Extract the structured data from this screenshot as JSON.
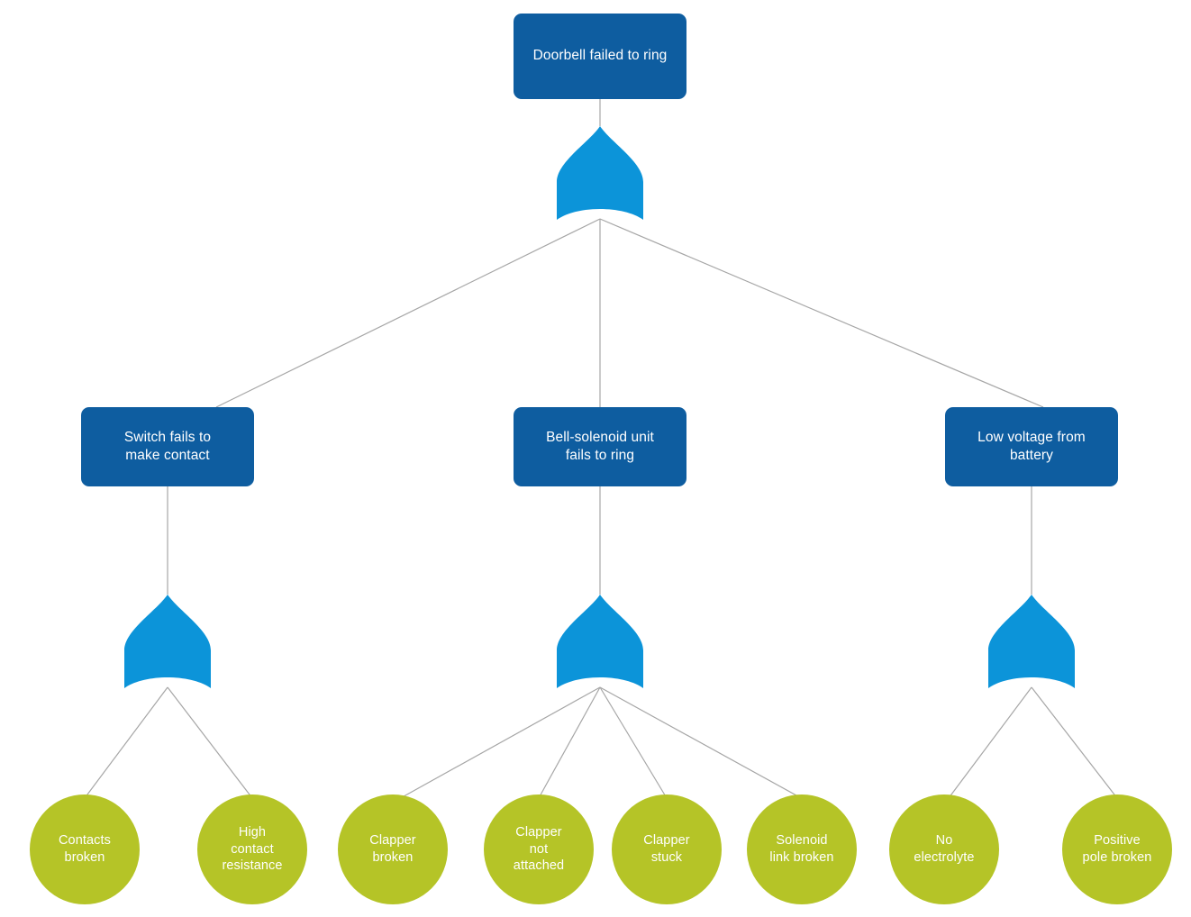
{
  "diagram": {
    "type": "fault-tree",
    "title": "Doorbell failed to ring fault tree",
    "colors": {
      "top_event_fill": "#0E5DA0",
      "intermediate_event_fill": "#0E5DA0",
      "gate_fill": "#0C94D9",
      "basic_event_fill": "#B5C427",
      "connector_line": "#A6A6A6",
      "label_text": "#FFFFFF",
      "background": "#FFFFFF"
    },
    "levels": {
      "top_event": "Doorbell failed to ring",
      "intermediate_events": [
        "Switch fails to make contact",
        "Bell-solenoid unit fails to ring",
        "Low voltage from battery"
      ],
      "basic_events": [
        "Contacts broken",
        "High contact resistance",
        "Clapper broken",
        "Clapper not attached",
        "Clapper stuck",
        "Solenoid link broken",
        "No electrolyte",
        "Positive pole broken"
      ]
    }
  },
  "nodes": {
    "top_event": {
      "label": "Doorbell failed to ring",
      "kind": "top-event"
    },
    "gate_top": {
      "label": "OR",
      "kind": "or-gate"
    },
    "intermediate": [
      {
        "label": "Switch fails to\nmake contact",
        "line1": "Switch fails to",
        "line2": "make contact",
        "kind": "intermediate-event"
      },
      {
        "label": "Bell-solenoid unit\nfails to ring",
        "line1": "Bell-solenoid unit",
        "line2": "fails to ring",
        "kind": "intermediate-event"
      },
      {
        "label": "Low voltage from\nbattery",
        "line1": "Low voltage from",
        "line2": "battery",
        "kind": "intermediate-event"
      }
    ],
    "gates_mid": [
      {
        "label": "OR",
        "kind": "or-gate"
      },
      {
        "label": "OR",
        "kind": "or-gate"
      },
      {
        "label": "OR",
        "kind": "or-gate"
      }
    ],
    "basic": [
      {
        "label": "Contacts broken",
        "lines": [
          "Contacts",
          "broken"
        ],
        "parent": 0
      },
      {
        "label": "High contact resistance",
        "lines": [
          "High",
          "contact",
          "resistance"
        ],
        "parent": 0
      },
      {
        "label": "Clapper broken",
        "lines": [
          "Clapper",
          "broken"
        ],
        "parent": 1
      },
      {
        "label": "Clapper not attached",
        "lines": [
          "Clapper",
          "not",
          "attached"
        ],
        "parent": 1
      },
      {
        "label": "Clapper stuck",
        "lines": [
          "Clapper",
          "stuck"
        ],
        "parent": 1
      },
      {
        "label": "Solenoid link broken",
        "lines": [
          "Solenoid",
          "link broken"
        ],
        "parent": 1
      },
      {
        "label": "No electrolyte",
        "lines": [
          "No",
          "electrolyte"
        ],
        "parent": 2
      },
      {
        "label": "Positive pole broken",
        "lines": [
          "Positive",
          "pole broken"
        ],
        "parent": 2
      }
    ]
  }
}
